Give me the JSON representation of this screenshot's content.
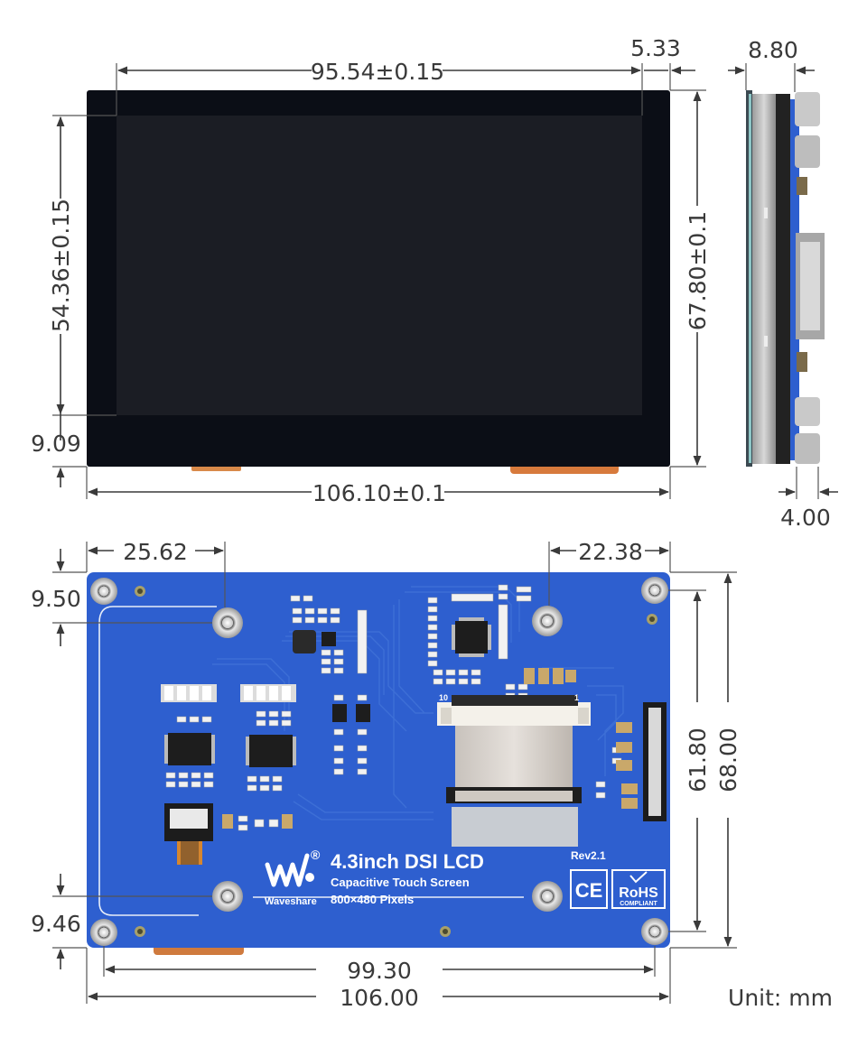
{
  "unit_label": "Unit: mm",
  "dimensions": {
    "front_view": {
      "active_width": "95.54±0.15",
      "right_margin": "5.33",
      "active_height": "54.36±0.15",
      "overall_height": "67.80±0.1",
      "bottom_margin": "9.09",
      "overall_width": "106.10±0.1"
    },
    "side_view": {
      "thickness": "8.80",
      "connector_depth": "4.00"
    },
    "back_view": {
      "hole_offset_left": "25.62",
      "hole_offset_right": "22.38",
      "hole_top_offset": "9.50",
      "hole_bottom_offset": "9.46",
      "hole_spacing_vertical": "61.80",
      "board_height": "68.00",
      "hole_spacing_horizontal": "99.30",
      "board_width": "106.00"
    }
  },
  "board_silkscreen": {
    "product_name": "4.3inch DSI LCD",
    "line_touch": "Capacitive Touch Screen",
    "line_resolution": "800×480 Pixels",
    "brand": "Waveshare",
    "registered_mark": "®",
    "revision": "Rev2.1",
    "ce_mark": "CE",
    "rohs_mark": "RoHS",
    "rohs_sub": "COMPLIANT",
    "fpc_pin_1": "1",
    "fpc_pin_10": "10"
  },
  "colors": {
    "pcb_blue": "#2e5fcf",
    "screen_bezel": "#0b0e16",
    "screen_active": "#1b1d24",
    "dimension_ink": "#3a3a3a"
  }
}
